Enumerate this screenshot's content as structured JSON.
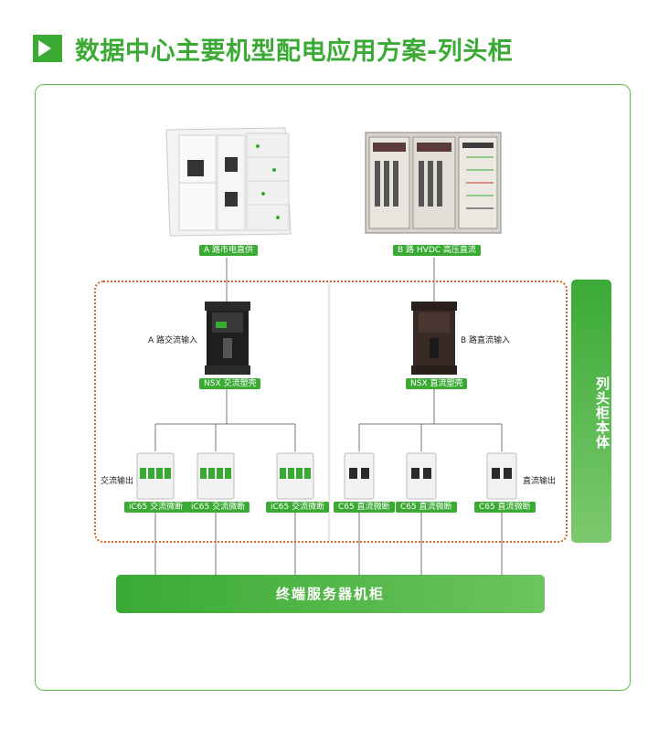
{
  "header": {
    "title": "数据中心主要机型配电应用方案-列头柜"
  },
  "sources": {
    "a_label": "A 路市电直供",
    "b_label": "B 路 HVDC 高压直流"
  },
  "breakers": {
    "a_input_label": "A 路交流输入",
    "a_tag": "NSX 交流塑壳",
    "b_input_label": "B 路直流输入",
    "b_tag": "NSX 直流塑壳"
  },
  "mcbs": {
    "ac_output_label": "交流输出",
    "dc_output_label": "直流输出",
    "ac_tags": [
      "iC65 交流微断",
      "iC65 交流微断",
      "iC65 交流微断"
    ],
    "dc_tags": [
      "C65 直流微断",
      "C65 直流微断",
      "C65 直流微断"
    ]
  },
  "column_body_label": "列头柜本体",
  "server_cabinet_label": "终端服务器机柜",
  "colors": {
    "brand_green": "#3aaa35",
    "dotted_orange": "#d4662a"
  }
}
